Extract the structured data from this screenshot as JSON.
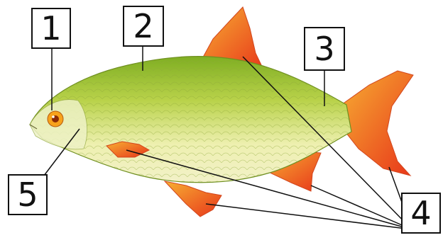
{
  "labels": {
    "l1": "1",
    "l2": "2",
    "l3": "3",
    "l4": "4",
    "l5": "5"
  },
  "colors": {
    "body_light": "#f2f1c8",
    "body_green": "#b9d24a",
    "back_green": "#7fae22",
    "fin_orange": "#f26522",
    "fin_red": "#e8361a",
    "eye_orange": "#f7a21b",
    "line": "#111111"
  }
}
